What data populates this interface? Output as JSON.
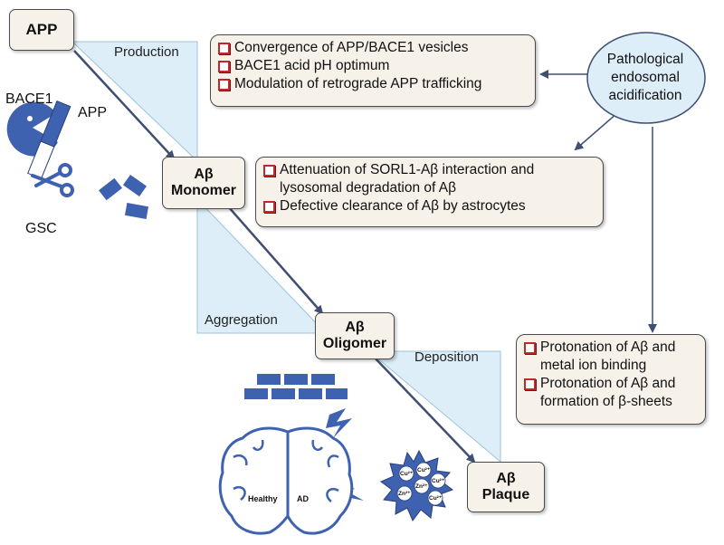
{
  "colors": {
    "node_fill": "#f6f1e9",
    "panel_fill": "#ddeef8",
    "arrow": "#3f4e72",
    "accent_blue": "#3f62b0",
    "checkbox_red": "#c0282a"
  },
  "nodes": {
    "app": "APP",
    "ab_monomer": [
      "Aβ",
      "Monomer"
    ],
    "ab_oligomer": [
      "Aβ",
      "Oligomer"
    ],
    "ab_plaque": [
      "Aβ",
      "Plaque"
    ]
  },
  "stages": {
    "production": "Production",
    "aggregation": "Aggregation",
    "deposition": "Deposition"
  },
  "cause": [
    "Pathological",
    "endosomal",
    "acidification"
  ],
  "effects": {
    "production": [
      "Convergence of APP/BACE1 vesicles",
      "BACE1 acid pH optimum",
      "Modulation of retrograde APP trafficking"
    ],
    "clearance": [
      [
        "Attenuation of SORL1-Aβ interaction and",
        "lysosomal degradation of Aβ"
      ],
      [
        "Defective clearance of Aβ by astrocytes"
      ]
    ],
    "aggregation": [
      [
        "Protonation of Aβ and",
        "metal ion binding"
      ],
      [
        "Protonation of Aβ and",
        "formation of β-sheets"
      ]
    ]
  },
  "illustration": {
    "bace1": "BACE1",
    "app": "APP",
    "gsc": "GSC",
    "brain_left": "Healthy",
    "brain_right": "AD",
    "ions": [
      "Cu²⁺",
      "Cu²⁺",
      "Zn²⁺",
      "Zn²⁺",
      "Cu²⁺",
      "Cu²⁺"
    ],
    "icons": [
      "pacman-icon",
      "scissors-icon",
      "fragments-icon",
      "brick-wall-icon",
      "lightning-icon",
      "brain-icon",
      "starburst-icon"
    ]
  }
}
